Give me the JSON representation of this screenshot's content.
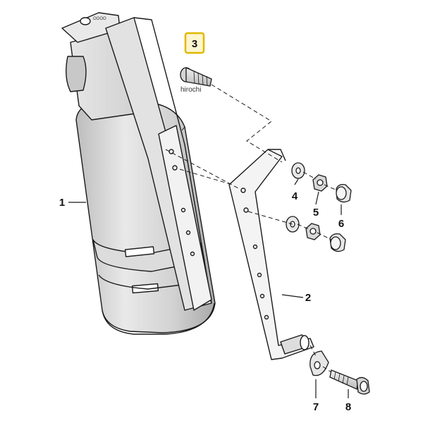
{
  "diagram": {
    "highlighted_part": "3",
    "watermark": "hirochi",
    "colors": {
      "line": "#1a1a1a",
      "highlight_border": "#e0b800",
      "highlight_fill": "#fdf6cf",
      "body_light": "#efefef",
      "body_mid": "#d9d9d9",
      "body_dark": "#b9b9b9"
    },
    "parts": [
      {
        "id": "1",
        "label": "1",
        "description": "fire extinguisher"
      },
      {
        "id": "2",
        "label": "2",
        "description": "mounting bracket"
      },
      {
        "id": "3",
        "label": "3",
        "description": "bolt"
      },
      {
        "id": "4",
        "label": "4",
        "description": "washer"
      },
      {
        "id": "5",
        "label": "5",
        "description": "nut"
      },
      {
        "id": "6",
        "label": "6",
        "description": "cap"
      },
      {
        "id": "7",
        "label": "7",
        "description": "clip washer"
      },
      {
        "id": "8",
        "label": "8",
        "description": "socket head screw"
      }
    ]
  }
}
